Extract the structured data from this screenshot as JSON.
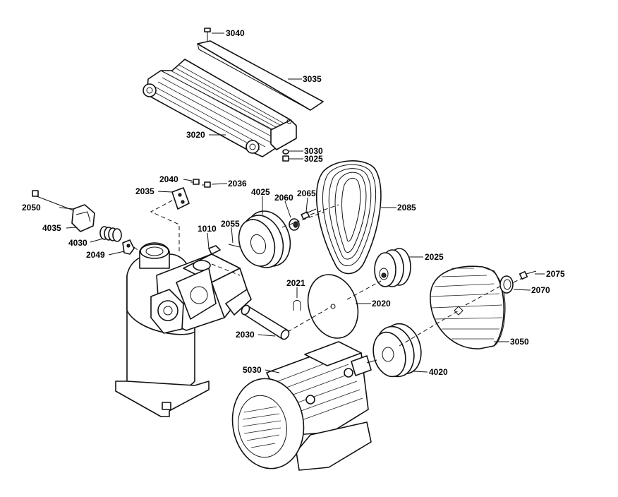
{
  "labels": {
    "l3040": "3040",
    "l3035": "3035",
    "l3020": "3020",
    "l3030": "3030",
    "l3025": "3025",
    "l2040": "2040",
    "l2036": "2036",
    "l2035": "2035",
    "l4025": "4025",
    "l2060": "2060",
    "l2065": "2065",
    "l2085": "2085",
    "l2050": "2050",
    "l4035": "4035",
    "l4030": "4030",
    "l2049": "2049",
    "l1010": "1010",
    "l2055": "2055",
    "l2025": "2025",
    "l2021": "2021",
    "l2020": "2020",
    "l2075": "2075",
    "l2070": "2070",
    "l2030": "2030",
    "l3050": "3050",
    "l5030": "5030",
    "l4020": "4020"
  }
}
